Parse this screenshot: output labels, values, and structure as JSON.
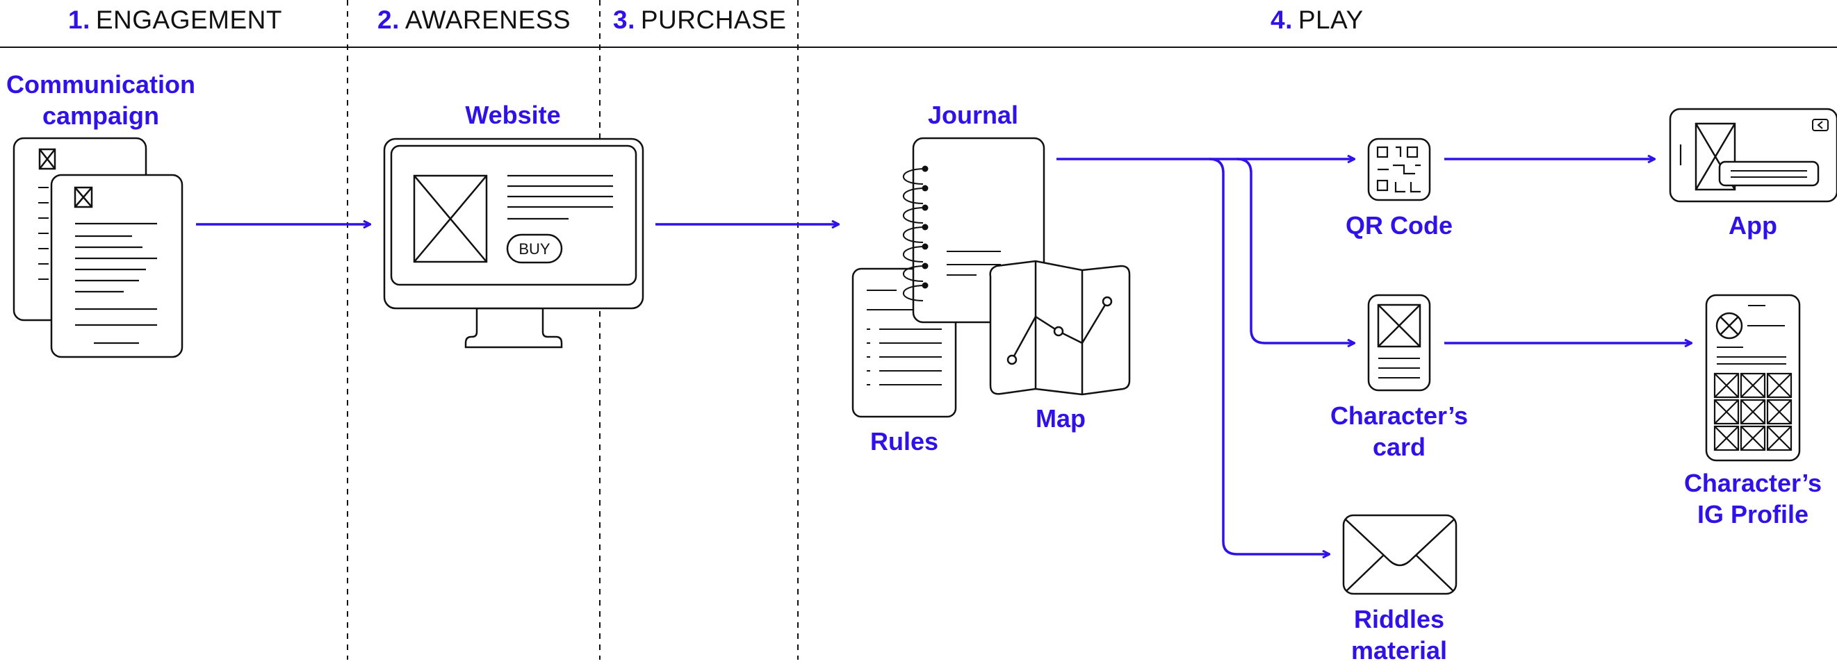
{
  "phases": [
    {
      "num": "1.",
      "name": "ENGAGEMENT"
    },
    {
      "num": "2.",
      "name": "AWARENESS"
    },
    {
      "num": "3.",
      "name": "PURCHASE"
    },
    {
      "num": "4.",
      "name": "PLAY"
    }
  ],
  "nodes": {
    "communication": {
      "line1": "Communication",
      "line2": "campaign"
    },
    "website": {
      "label": "Website",
      "button": "BUY"
    },
    "journal": {
      "label": "Journal"
    },
    "rules": {
      "label": "Rules"
    },
    "map": {
      "label": "Map"
    },
    "qr": {
      "label": "QR Code"
    },
    "app": {
      "label": "App"
    },
    "character_card": {
      "line1": "Character’s",
      "line2": "card"
    },
    "ig_profile": {
      "line1": "Character’s",
      "line2": "IG Profile"
    },
    "riddles": {
      "line1": "Riddles",
      "line2": "material"
    }
  },
  "colors": {
    "accent": "#2e12e8",
    "ink": "#111111"
  }
}
